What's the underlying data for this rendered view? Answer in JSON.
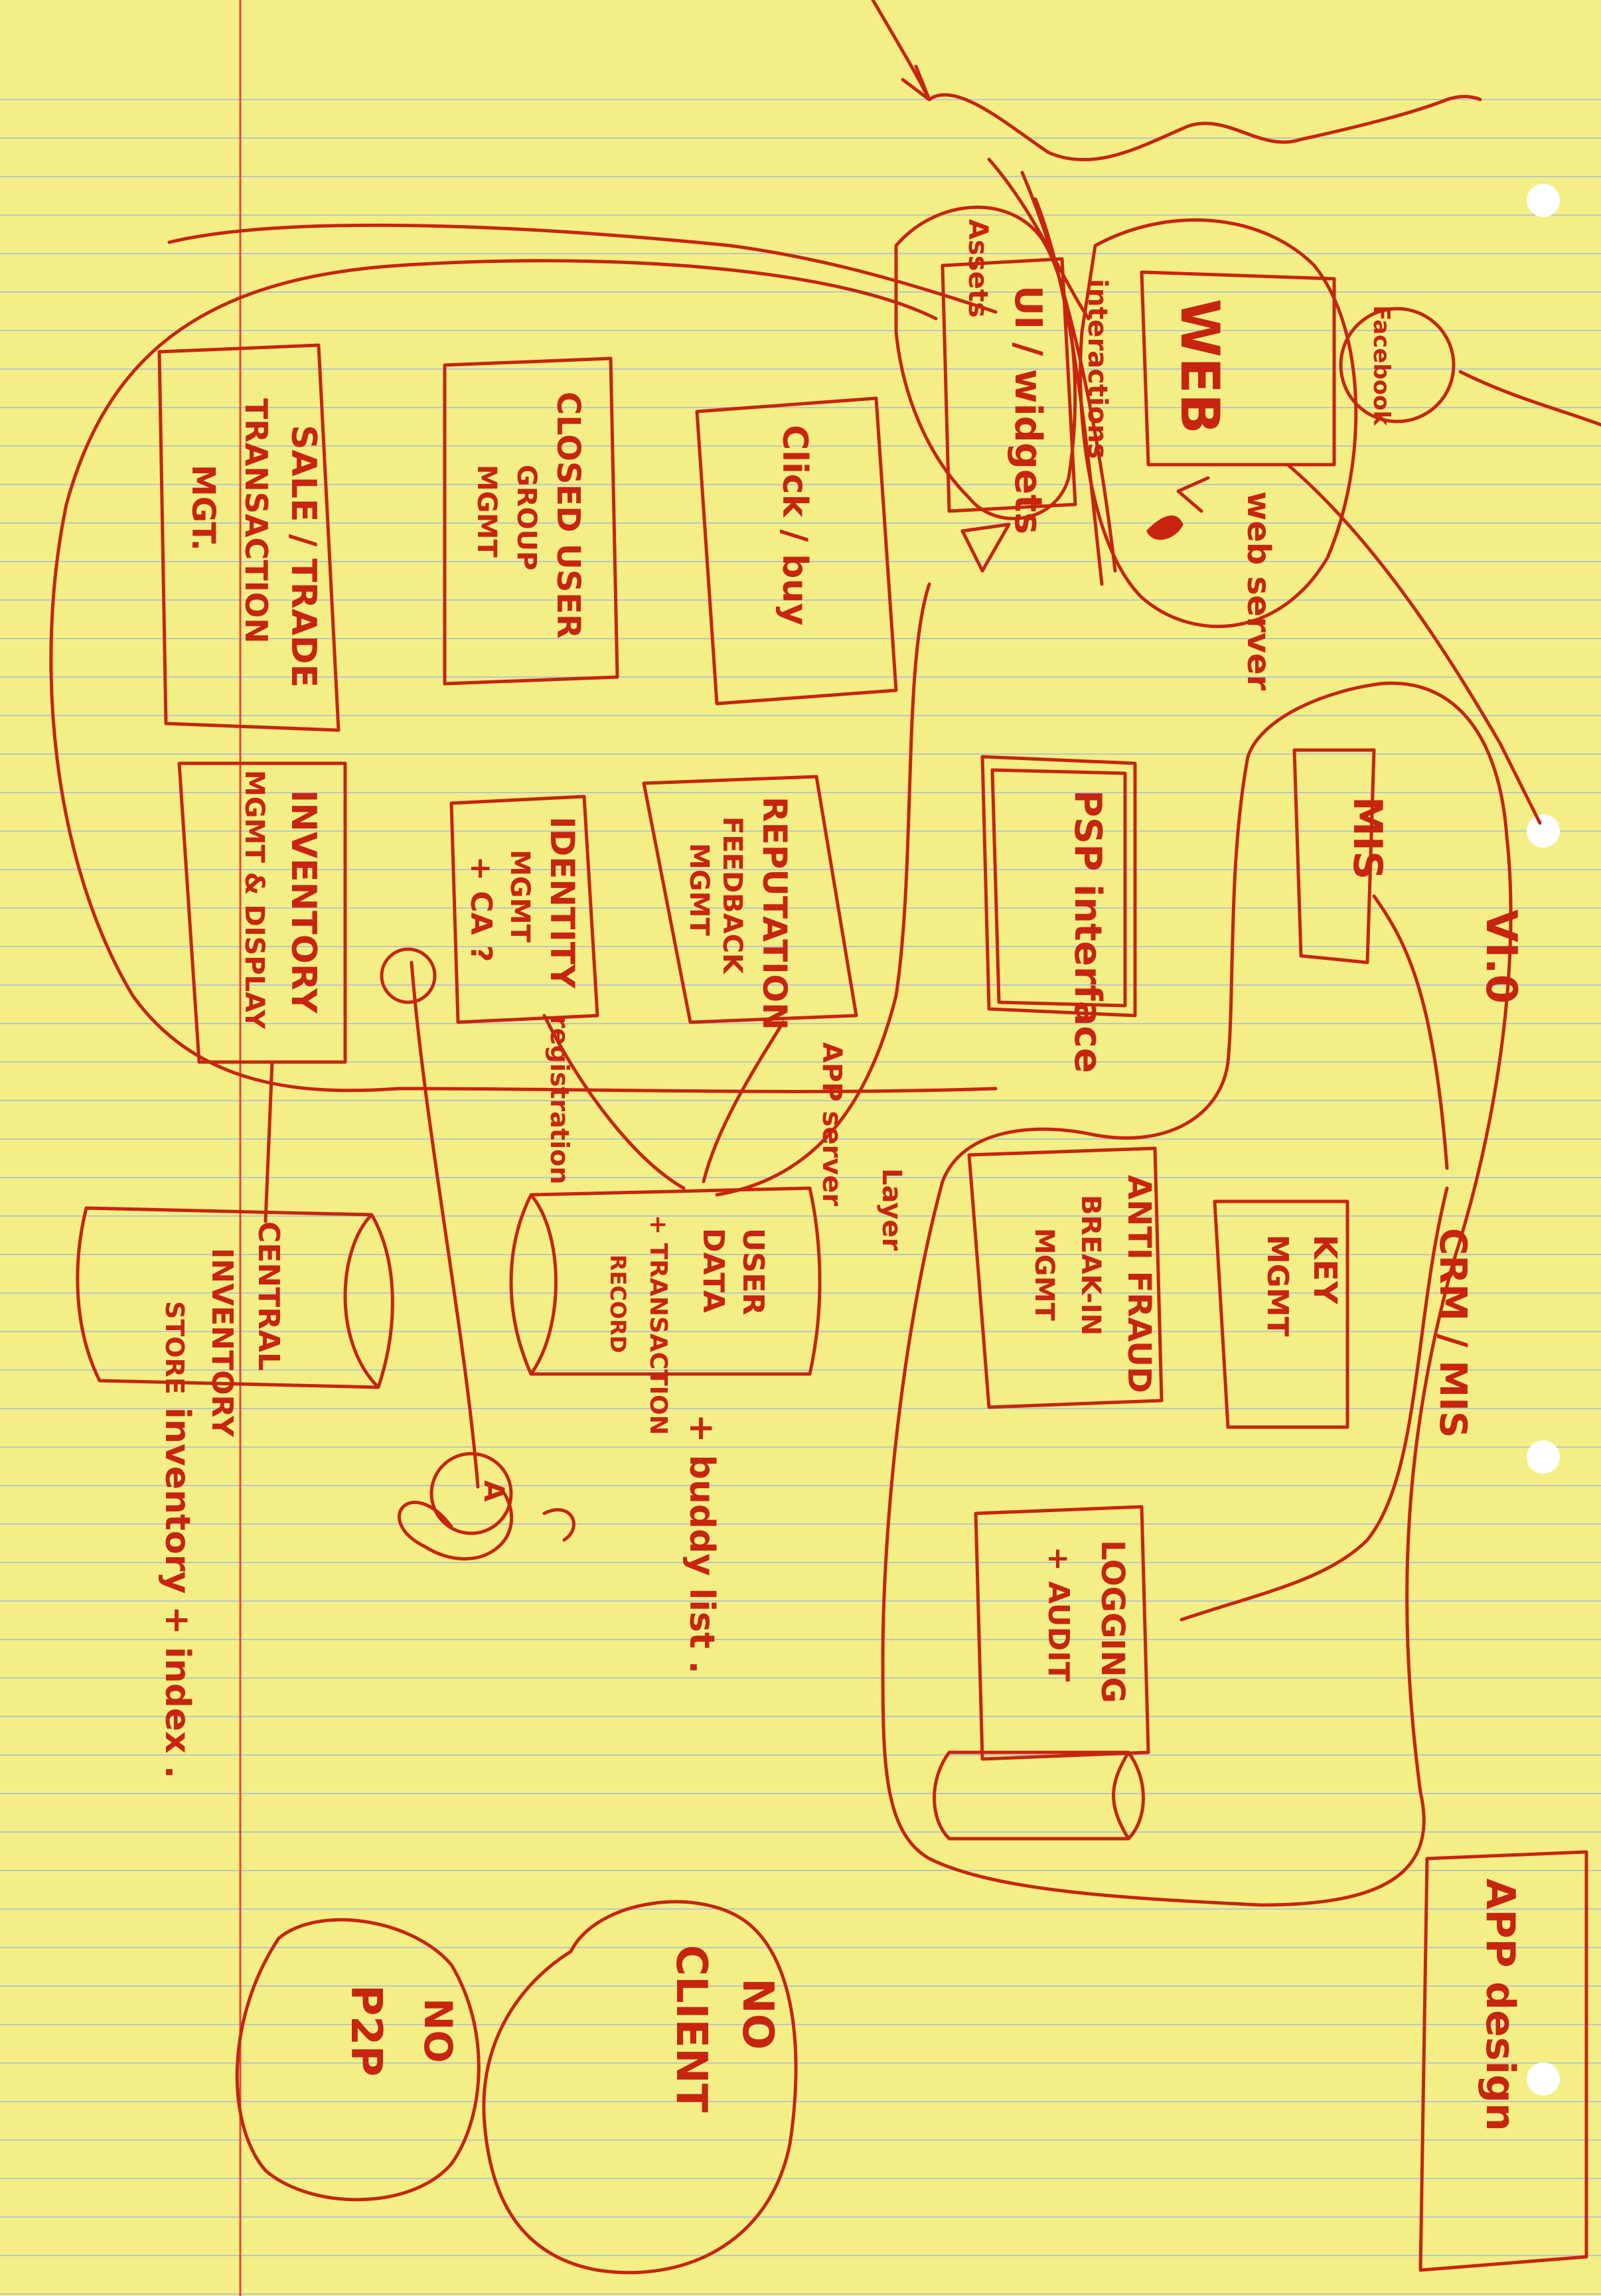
{
  "colors": {
    "paper": "#f3ef86",
    "rule_line": "#b9c7c2",
    "margin_line": "#e3463b",
    "ink": "#c7250f",
    "punch_hole": "#ffffff"
  },
  "labels": {
    "web": "WEB",
    "web_server": "web server",
    "ui_widgets": "UI / widgets",
    "assets": "Assets",
    "interactions": "interactions",
    "facebook": "Facebook",
    "click_buy": "Click / buy",
    "closed_user_group_1": "CLOSED USER",
    "closed_user_group_2": "GROUP",
    "closed_user_group_3": "MGMT",
    "sale_1": "SALE / TRADE",
    "sale_2": "TRANSACTION",
    "sale_3": "MGT.",
    "psp": "PSP interface",
    "reputation_1": "REPUTATION",
    "reputation_2": "FEEDBACK",
    "reputation_3": "MGMT",
    "identity_1": "IDENTITY",
    "identity_2": "MGMT",
    "identity_3": "+ CA ?",
    "inventory_1": "INVENTORY",
    "inventory_2": "MGMT & DISPLAY",
    "registration": "registration",
    "app_server": "APP server",
    "layer": "Layer",
    "central_inventory_1": "CENTRAL",
    "central_inventory_2": "INVENTORY",
    "central_inventory_3": "STORE",
    "inventory_index": "inventory + index .",
    "user_data_1": "USER",
    "user_data_2": "DATA",
    "user_data_3": "+ TRANSACTION",
    "user_data_4": "RECORD",
    "buddy": "+ buddy list .",
    "mis": "MIS",
    "crm_mis": "CRM / MIS",
    "vi0": "VI.0",
    "anti_fraud_1": "ANTI FRAUD",
    "anti_fraud_2": "BREAK-IN",
    "anti_fraud_3": "MGMT",
    "key_mgmt_1": "KEY",
    "key_mgmt_2": "MGMT",
    "logging_1": "LOGGING",
    "logging_2": "+ AUDIT",
    "app_design": "APP design",
    "no_client_1": "NO",
    "no_client_2": "CLIENT",
    "no_p2p_1": "NO",
    "no_p2p_2": "P2P",
    "triangle_label": "A"
  }
}
